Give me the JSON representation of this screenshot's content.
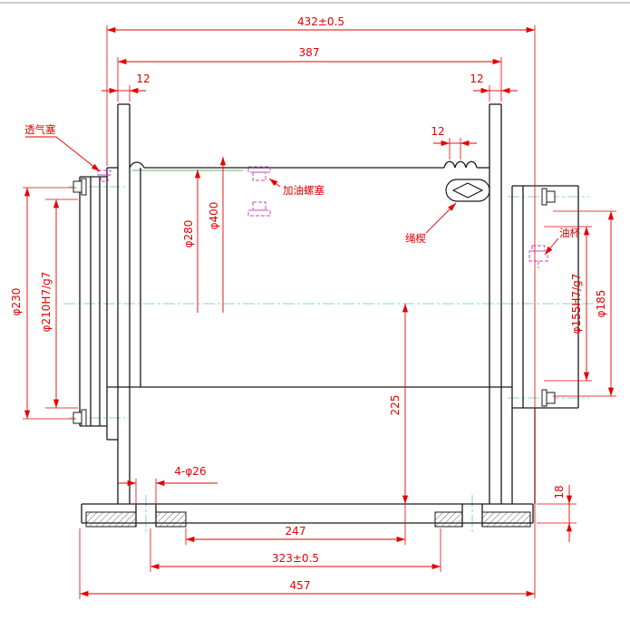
{
  "sheet": {
    "kind": "mechanical-assembly-drawing",
    "background": "#ffffff"
  },
  "dimensions": {
    "overall_width": "432±0.5",
    "flange_span": "387",
    "flange_thickness_left": "12",
    "flange_thickness_right": "12",
    "groove_pitch": "12",
    "drum_diameter": "φ280",
    "flange_diameter": "φ400",
    "hub_left_outer": "φ230",
    "hub_left_fit": "φ210H7/g7",
    "hub_right_fit": "φ155H7/g7",
    "hub_right_outer": "φ185",
    "center_height": "225",
    "base_thickness": "18",
    "foot_holes": "4-φ26",
    "foot_span_inner": "247",
    "foot_span_bolts": "323±0.5",
    "base_width": "457"
  },
  "labels": {
    "breather_plug": "透气塞",
    "oil_fill_plug": "加油螺塞",
    "rope_wedge": "绳楔",
    "oil_cup": "油杯"
  },
  "colors": {
    "dimension": "#e60000",
    "outline": "#1a1a1a",
    "centerline": "#62c6c6",
    "datum": "#2f9e2f",
    "accessory": "#c24ac2"
  }
}
